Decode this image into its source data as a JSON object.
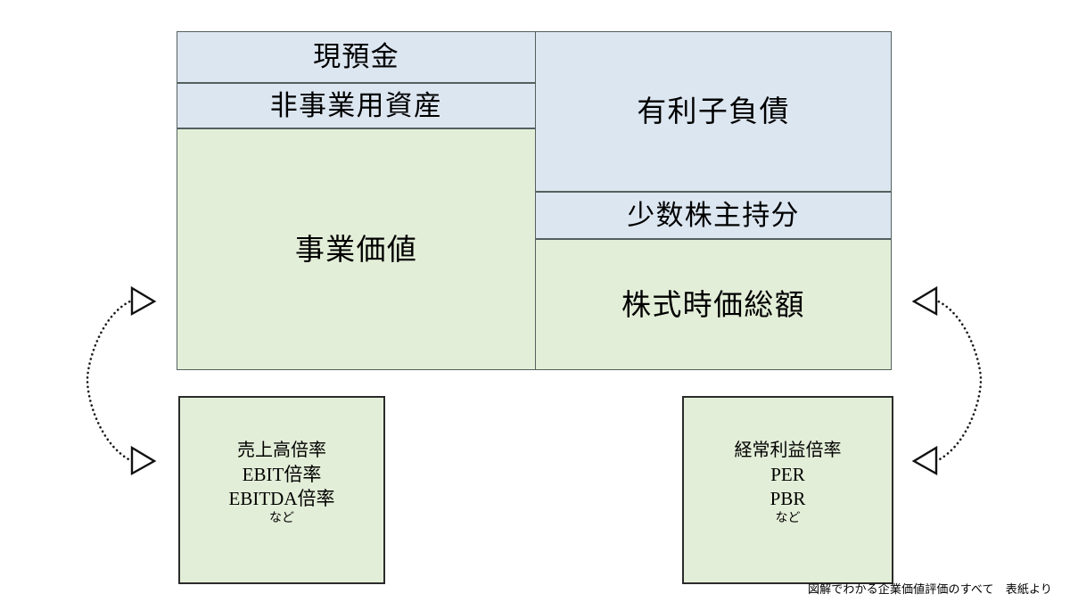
{
  "diagram": {
    "title_caption": "図解でわかる企業価値評価のすべて　表紙より",
    "colors": {
      "blue_fill": "#dce6f1",
      "green_fill": "#e3eed8",
      "cell_border": "#53605e",
      "box_border": "#2b2b2b",
      "arrow_stroke": "#1a1a1a",
      "text": "#000000"
    },
    "left_column": {
      "cells": [
        {
          "label": "現預金",
          "fill": "blue"
        },
        {
          "label": "非事業用資産",
          "fill": "blue"
        },
        {
          "label": "事業価値",
          "fill": "green"
        }
      ]
    },
    "right_column": {
      "cells": [
        {
          "label": "有利子負債",
          "fill": "blue"
        },
        {
          "label": "少数株主持分",
          "fill": "blue"
        },
        {
          "label": "株式時価総額",
          "fill": "green"
        }
      ]
    },
    "multiple_boxes": [
      {
        "side": "left",
        "lines": [
          "売上高倍率",
          "EBIT倍率",
          "EBITDA倍率",
          "など"
        ]
      },
      {
        "side": "right",
        "lines": [
          "経常利益倍率",
          "PER",
          "PBR",
          "など"
        ]
      }
    ],
    "arrows": [
      {
        "name": "left-link-arrow",
        "direction": "double-headed",
        "style": "dotted-curved",
        "points_to": "right"
      },
      {
        "name": "right-link-arrow",
        "direction": "double-headed",
        "style": "dotted-curved",
        "points_to": "left"
      }
    ]
  }
}
